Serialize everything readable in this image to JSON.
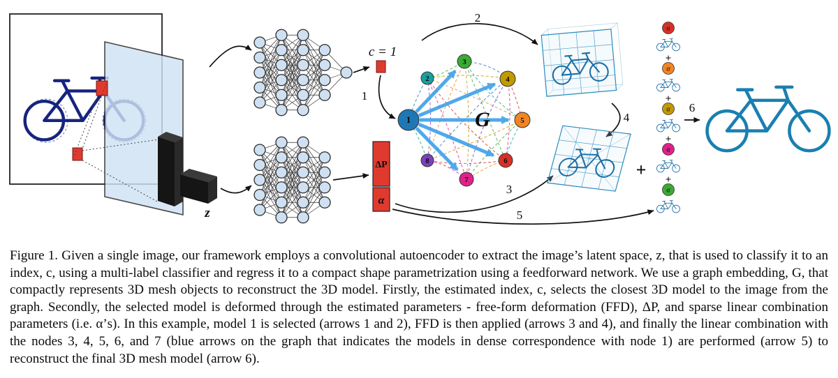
{
  "figure": {
    "labels": {
      "c_index": "c = 1",
      "z": "z",
      "delta_p": "ΔP",
      "alpha": "α",
      "graph_g": "G",
      "plus": "+"
    },
    "arrow_labels": [
      "1",
      "2",
      "3",
      "4",
      "5",
      "6"
    ],
    "graph": {
      "nodes": [
        {
          "label": "1",
          "color": "#1f77b4"
        },
        {
          "label": "2",
          "color": "#17a2a0"
        },
        {
          "label": "3",
          "color": "#3aaa35"
        },
        {
          "label": "4",
          "color": "#c19a00"
        },
        {
          "label": "5",
          "color": "#f28522"
        },
        {
          "label": "6",
          "color": "#d93025"
        },
        {
          "label": "7",
          "color": "#e0218a"
        },
        {
          "label": "8",
          "color": "#7d3fbf"
        }
      ],
      "highlight_edge_color": "#3da0e8"
    },
    "alpha_stack": {
      "symbol": "α",
      "plus": "+",
      "colors": [
        "#d93025",
        "#f28522",
        "#c19a00",
        "#e0218a",
        "#3aaa35"
      ]
    },
    "palette": {
      "input_bike": "#16247e",
      "mesh_bike": "#1d6fa5",
      "final_bike": "#1a7fb0",
      "nn_fill": "#cfe0f2",
      "red_param": "#e03a2f",
      "plane_blue": "#cfe2f3"
    }
  },
  "caption": {
    "text": "Figure 1. Given a single image, our framework employs a convolutional autoencoder to extract the image’s latent space, z, that is used to classify it to an index, c, using a multi-label classifier and regress it to a compact shape parametrization using a feedforward network. We use a graph embedding, G, that compactly represents 3D mesh objects to reconstruct the 3D model. Firstly, the estimated index, c, selects the closest 3D model to the image from the graph. Secondly, the selected model is deformed through the estimated parameters - free-form deformation (FFD), ΔP, and sparse linear combination parameters (i.e. α’s). In this example, model 1 is selected (arrows 1 and 2), FFD is then applied (arrows 3 and 4), and finally the linear combination with the nodes 3, 4, 5, 6, and 7 (blue arrows on the graph that indicates the models in dense correspondence with node 1) are performed (arrow 5) to reconstruct the final 3D mesh model (arrow 6)."
  }
}
